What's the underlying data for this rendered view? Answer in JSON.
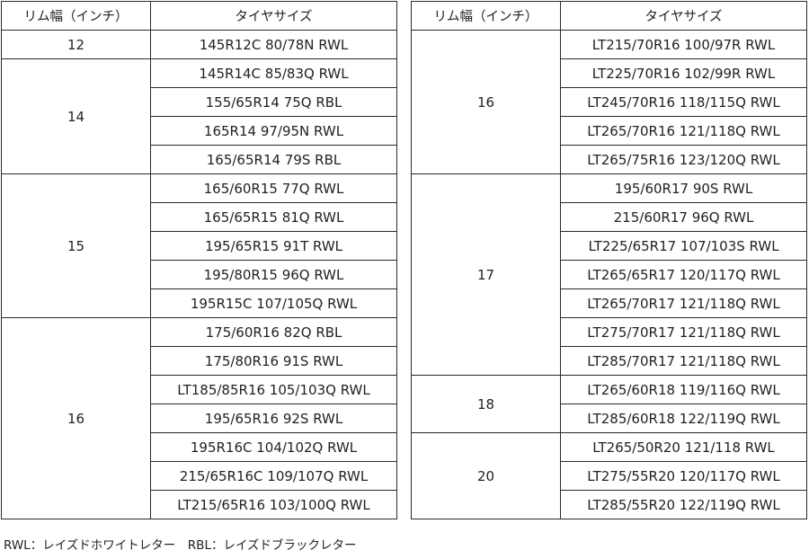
{
  "headers": {
    "rim_width": "リム幅（インチ）",
    "tire_size": "タイヤサイズ"
  },
  "left_table": [
    {
      "rim": "12",
      "sizes": [
        "145R12C 80/78N RWL"
      ]
    },
    {
      "rim": "14",
      "sizes": [
        "145R14C 85/83Q RWL",
        "155/65R14 75Q RBL",
        "165R14 97/95N RWL",
        "165/65R14 79S RBL"
      ]
    },
    {
      "rim": "15",
      "sizes": [
        "165/60R15 77Q RWL",
        "165/65R15 81Q RWL",
        "195/65R15 91T RWL",
        "195/80R15 96Q RWL",
        "195R15C 107/105Q RWL"
      ]
    },
    {
      "rim": "16",
      "sizes": [
        "175/60R16 82Q RBL",
        "175/80R16 91S RWL",
        "LT185/85R16 105/103Q RWL",
        "195/65R16 92S RWL",
        "195R16C 104/102Q RWL",
        "215/65R16C 109/107Q RWL",
        "LT215/65R16 103/100Q RWL"
      ]
    }
  ],
  "right_table": [
    {
      "rim": "16",
      "sizes": [
        "LT215/70R16 100/97R RWL",
        "LT225/70R16 102/99R RWL",
        "LT245/70R16 118/115Q RWL",
        "LT265/70R16 121/118Q RWL",
        "LT265/75R16 123/120Q RWL"
      ]
    },
    {
      "rim": "17",
      "sizes": [
        "195/60R17 90S RWL",
        "215/60R17 96Q RWL",
        "LT225/65R17 107/103S RWL",
        "LT265/65R17 120/117Q RWL",
        "LT265/70R17 121/118Q RWL",
        "LT275/70R17 121/118Q RWL",
        "LT285/70R17 121/118Q RWL"
      ]
    },
    {
      "rim": "18",
      "sizes": [
        "LT265/60R18 119/116Q RWL",
        "LT285/60R18 122/119Q RWL"
      ]
    },
    {
      "rim": "20",
      "sizes": [
        "LT265/50R20 121/118 RWL",
        "LT275/55R20 120/117Q RWL",
        "LT285/55R20 122/119Q RWL"
      ]
    }
  ],
  "legend": "RWL：レイズドホワイトレター　RBL：レイズドブラックレター"
}
